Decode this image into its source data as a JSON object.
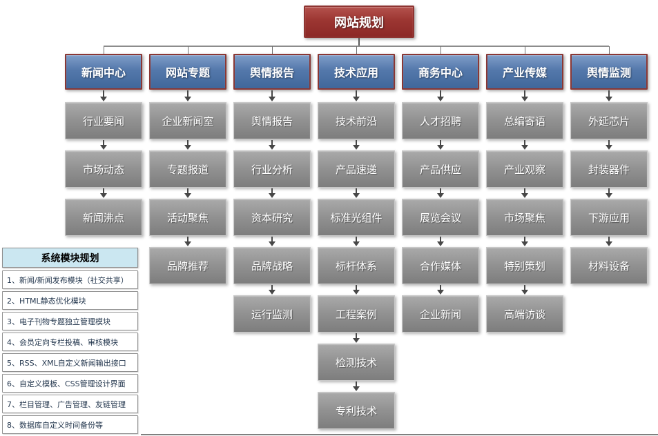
{
  "root": {
    "label": "网站规划"
  },
  "columns": [
    {
      "header": "新闻中心",
      "items": [
        "行业要闻",
        "市场动态",
        "新闻沸点"
      ]
    },
    {
      "header": "网站专题",
      "items": [
        "企业新闻室",
        "专题报道",
        "活动聚焦",
        "品牌推荐"
      ]
    },
    {
      "header": "舆情报告",
      "items": [
        "舆情报告",
        "行业分析",
        "资本研究",
        "品牌战略",
        "运行监测"
      ]
    },
    {
      "header": "技术应用",
      "items": [
        "技术前沿",
        "产品速递",
        "标准光组件",
        "标杆体系",
        "工程案例",
        "检测技术",
        "专利技术"
      ]
    },
    {
      "header": "商务中心",
      "items": [
        "人才招聘",
        "产品供应",
        "展览会议",
        "合作媒体",
        "企业新闻"
      ]
    },
    {
      "header": "产业传媒",
      "items": [
        "总编寄语",
        "产业观察",
        "市场聚焦",
        "特别策划",
        "高端访谈"
      ]
    },
    {
      "header": "舆情监测",
      "items": [
        "外延芯片",
        "封装器件",
        "下游应用",
        "材料设备"
      ]
    }
  ],
  "side_panel": {
    "title": "系统模块规划",
    "items": [
      "1、新闻/新闻发布模块（社交共享）",
      "2、HTML静态优化模块",
      "3、电子刊物专题独立管理模块",
      "4、会员定向专栏投稿、审核模块",
      "5、RSS、XML自定义新闻输出接口",
      "6、自定义模板、CSS管理设计界面",
      "7、栏目管理、广告管理、友链管理",
      "8、数据库自定义时间备份等"
    ]
  },
  "colors": {
    "root_red": "#8c2927",
    "header_blue": "#40679a",
    "header_border_red": "#8a3734",
    "node_gray": "#7d7d7d",
    "panel_header_blue": "#cbe7f1",
    "connector_gray": "#474747"
  }
}
